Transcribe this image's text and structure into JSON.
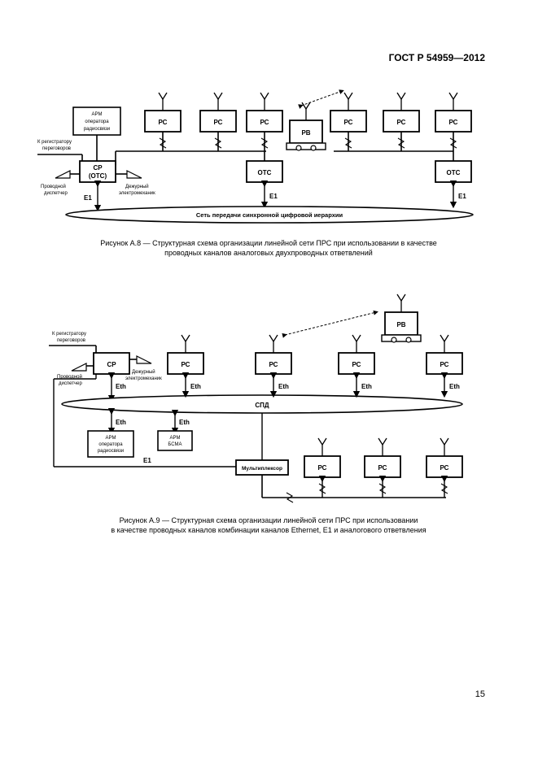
{
  "header": {
    "standard": "ГОСТ Р 54959—2012"
  },
  "page_number": "15",
  "figure_a8": {
    "arm_label": [
      "АРМ",
      "оператора",
      "радиосвязи"
    ],
    "registrator_label": [
      "К регистратору",
      "переговоров"
    ],
    "cp_label": [
      "СР",
      "(ОТС)"
    ],
    "wired_dispatcher": [
      "Проводной",
      "диспетчер"
    ],
    "duty_electrician": [
      "Дежурный",
      "электромеханик"
    ],
    "rs": "РС",
    "rv": "РВ",
    "ots": "ОТС",
    "e1": "E1",
    "network": "Сеть передачи синхронной цифровой иерархии",
    "caption_line1": "Рисунок  А.8 — Структурная схема организации линейной сети ПРС при использовании в качестве",
    "caption_line2": "проводных каналов аналоговых двухпроводных ответвлений"
  },
  "figure_a9": {
    "registrator_label": [
      "К регистратору",
      "переговоров"
    ],
    "cp": "СР",
    "wired_dispatcher": [
      "Проводной",
      "диспетчер"
    ],
    "duty_electrician": [
      "Дежурный",
      "электромеханик"
    ],
    "rs": "РС",
    "rv": "РВ",
    "eth": "Eth",
    "spd": "СПД",
    "arm_operator": [
      "АРМ",
      "оператора",
      "радиосвязи"
    ],
    "arm_bsma": [
      "АРМ",
      "БСМА"
    ],
    "e1": "E1",
    "multiplexer": "Мультиплексор",
    "caption_line1": "Рисунок  А.9 — Структурная схема организации линейной сети ПРС при использовании",
    "caption_line2": "в качестве проводных каналов комбинации каналов Ethernet, E1 и аналогового ответвления"
  }
}
